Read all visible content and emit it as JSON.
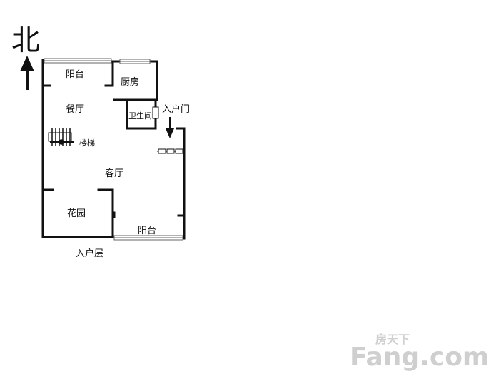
{
  "compass": {
    "label": "北"
  },
  "rooms": {
    "balcony_top": "阳台",
    "kitchen": "厨房",
    "dining": "餐厅",
    "bathroom": "卫生间",
    "entrance_door": "入户门",
    "stairs": "楼梯",
    "living": "客厅",
    "garden": "花园",
    "balcony_bottom": "阳台"
  },
  "floor_label": "入户层",
  "watermark": {
    "brand": "Fang.com",
    "chinese": "房天下"
  },
  "colors": {
    "wall": "#111111",
    "window": "#888888",
    "watermark": "#cfcfcf"
  }
}
